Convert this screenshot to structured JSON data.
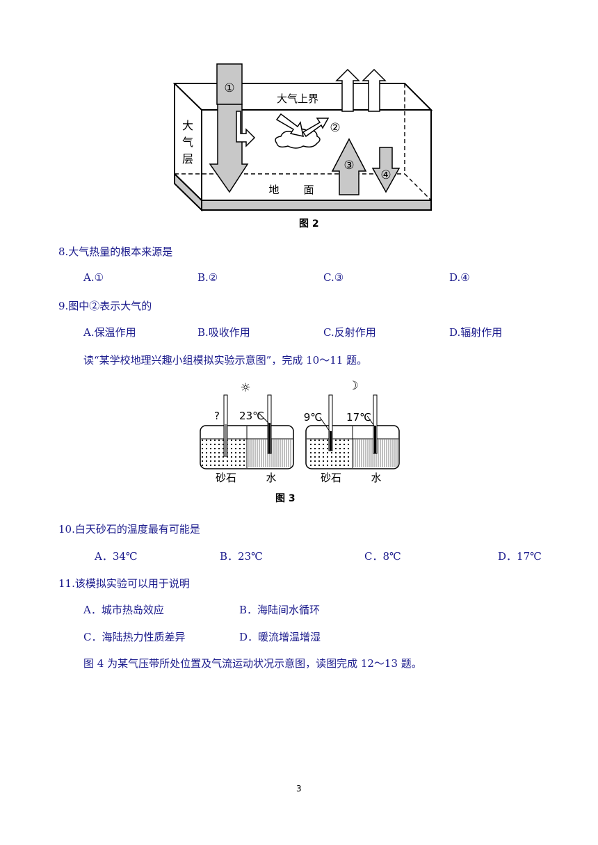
{
  "fig2": {
    "caption": "图 2",
    "upper_boundary": "大气上界",
    "atmosphere_chars": [
      "大",
      "气",
      "层"
    ],
    "ground_chars": [
      "地",
      "面"
    ],
    "markers": [
      "①",
      "②",
      "③",
      "④"
    ]
  },
  "q8": {
    "stem": "8.大气热量的根本来源是",
    "options": [
      "A.①",
      "B.②",
      "C.③",
      "D.④"
    ]
  },
  "q9": {
    "stem": "9.图中②表示大气的",
    "options": [
      "A.保温作用",
      "B.吸收作用",
      "C.反射作用",
      "D.辐射作用"
    ]
  },
  "intro1": "读“某学校地理兴趣小组模拟实验示意图”，完成 10～11 题。",
  "fig3": {
    "caption": "图 3",
    "sun_symbol": "☼",
    "moon_symbol": "☽",
    "day_unknown": "?",
    "day_water_temp": "23℃",
    "night_sand_temp": "9℃",
    "night_water_temp": "17℃",
    "sand_label": "砂石",
    "water_label": "水"
  },
  "q10": {
    "stem": "10.白天砂石的温度最有可能是",
    "options": [
      "A．34℃",
      "B．23℃",
      "C．8℃",
      "D．17℃"
    ]
  },
  "q11": {
    "stem": "11.该模拟实验可以用于说明",
    "options": [
      "A．城市热岛效应",
      "B．海陆间水循环",
      "C．海陆热力性质差异",
      "D．暖流增温增湿"
    ]
  },
  "intro2": "图 4 为某气压带所处位置及气流运动状况示意图，读图完成 12～13 题。",
  "page_number": "3"
}
